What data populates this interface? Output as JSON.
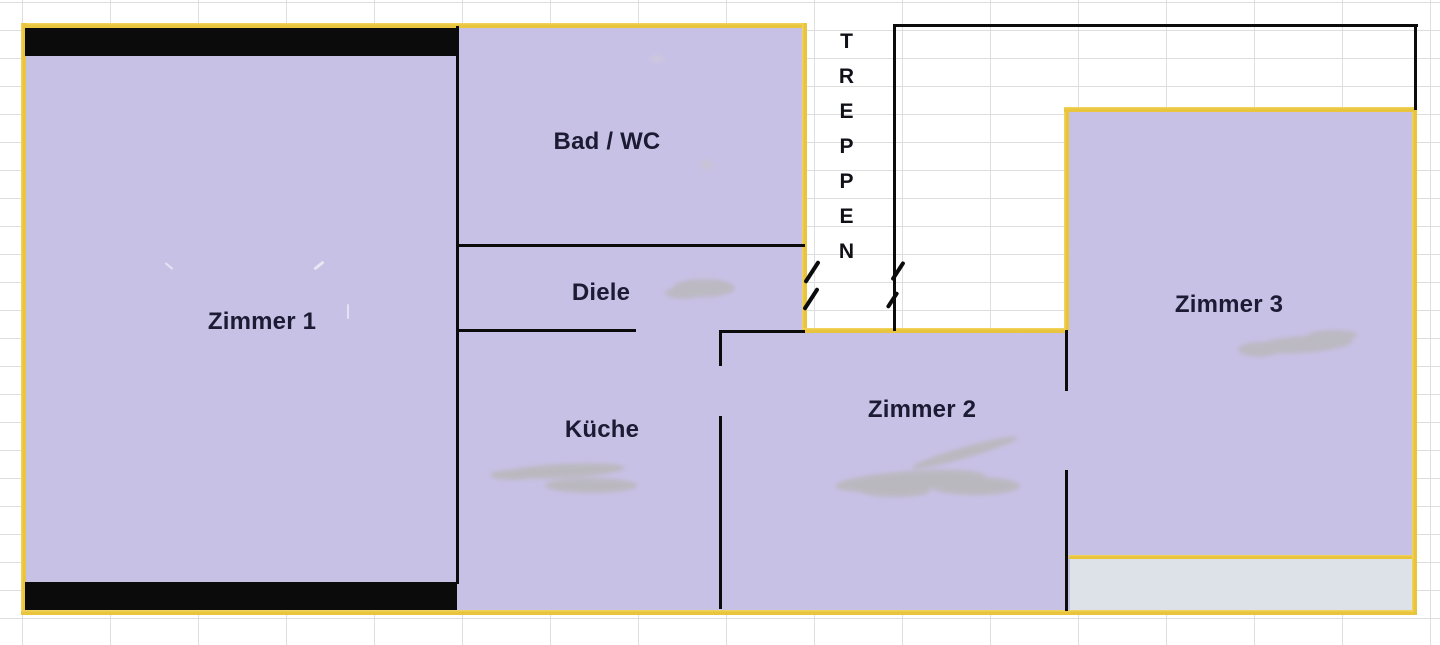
{
  "floorplan": {
    "stairs": {
      "label": "TREPPEN"
    },
    "rooms": [
      {
        "name": "zimmer-1",
        "label": "Zimmer 1"
      },
      {
        "name": "bad-wc",
        "label": "Bad / WC"
      },
      {
        "name": "diele",
        "label": "Diele"
      },
      {
        "name": "kueche",
        "label": "Küche"
      },
      {
        "name": "zimmer-2",
        "label": "Zimmer 2"
      },
      {
        "name": "zimmer-3",
        "label": "Zimmer 3"
      }
    ],
    "colors": {
      "room_fill": "#c8c1e6",
      "outline_yellow": "#e9c43d",
      "wall_black": "#0b0b0b",
      "balcony_fill": "#dde2e9",
      "grid_line": "#dedede",
      "label_text": "#1b1b33",
      "smudge_gray": "#b2b3a6"
    }
  }
}
